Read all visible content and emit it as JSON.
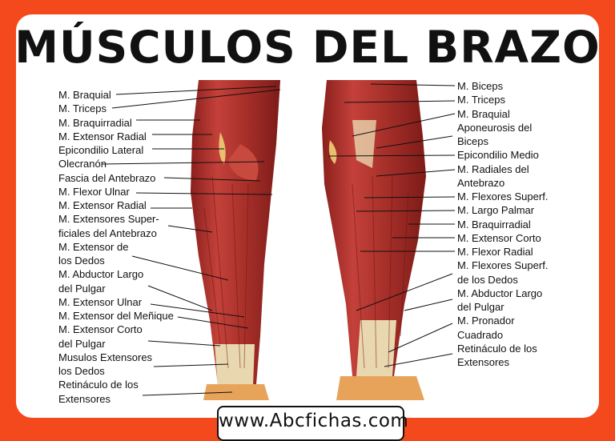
{
  "title": "MÚSCULOS DEL BRAZO",
  "left_labels": [
    "M. Braquial",
    "M. Triceps",
    "M. Braquirradial",
    "M. Extensor Radial",
    "Epicondilio Lateral",
    "Olecranón",
    "Fascia del Antebrazo",
    "M. Flexor Ulnar",
    "M. Extensor Radial",
    "M. Extensores Super-",
    "ficiales del Antebrazo",
    "M. Extensor de",
    "los Dedos",
    "M. Abductor Largo",
    "del Pulgar",
    "M. Extensor Ulnar",
    "M. Extensor del Meñique",
    "M. Extensor Corto",
    "del Pulgar",
    "Musulos Extensores",
    "los Dedos",
    "Retináculo de los",
    "Extensores"
  ],
  "right_labels": [
    "M. Biceps",
    "M. Triceps",
    "M. Braquial",
    "Aponeurosis del",
    "Biceps",
    "Epicondilio Medio",
    "M. Radiales del",
    "Antebrazo",
    "M. Flexores Superf.",
    "M. Largo Palmar",
    "M. Braquirradial",
    "M. Extensor Corto",
    "M. Flexor Radial",
    "M. Flexores Superf.",
    "de los Dedos",
    "M. Abductor Largo",
    "del Pulgar",
    "M. Pronador",
    "Cuadrado",
    "Retináculo de los",
    "Extensores"
  ],
  "website": "www.Abcfichas.com",
  "colors": {
    "border": "#f3491d",
    "muscle": "#b8332b",
    "muscle_dark": "#8a1f1c",
    "tendon": "#e9d7b0",
    "skin": "#e8a35a"
  }
}
